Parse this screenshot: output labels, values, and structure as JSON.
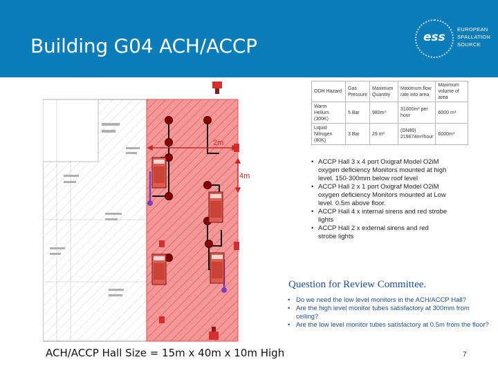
{
  "header": {
    "title": "Building G04 ACH/ACCP",
    "logo": {
      "mark": "ess",
      "lines": [
        "EUROPEAN",
        "SPALLATION",
        "SOURCE"
      ]
    },
    "background_color": "#0A7CB8"
  },
  "plan": {
    "dimension_labels": {
      "width": "2m",
      "height": "4m"
    },
    "zone_color": "#F28C8C",
    "hatch_color": "#E05555",
    "sensor_color": "#B71C1C",
    "tube_color": "#7B3FB8"
  },
  "table": {
    "headers": [
      "ODH Hazard",
      "Gas Pressure",
      "Maximum Quantity",
      "Maximum flow rate into area",
      "Maximum volume of area"
    ],
    "rows": [
      [
        "Warm Helium (300K)",
        "5 Bar",
        "980m³",
        "31000m³ per hour",
        "6000 m³"
      ],
      [
        "Liquid Nitrogen (80K)",
        "3 Bar",
        "29 m³",
        "(DN80) 219674m³/hour",
        "6000m³"
      ]
    ]
  },
  "bullets": [
    "ACCP Hall 3 x 4 port Oxigraf Model O2iM oxygen deficiency Monitors mounted at high level. 150-300mm below roof level",
    "ACCP Hall 2 x 1 port Oxigraf Model O2iM oxygen deficiency Monitors mounted at Low level. 0.5m above floor.",
    "ACCP Hall 4 x internal sirens and red strobe lights",
    "ACCP Hall 2 x external sirens and red strobe lights"
  ],
  "questions": {
    "title": "Question for Review Committee.",
    "items": [
      "Do we need the low level monitors in the ACH/ACCP Hall?",
      "Are the high level monitor tubes satisfactory at 300mm from ceiling?",
      "Are the low level monitor tubes satisfactory at 0.5m from the floor?"
    ]
  },
  "footer": {
    "hall_size": "ACH/ACCP Hall Size = 15m x 40m x 10m High",
    "page_number": "7"
  }
}
